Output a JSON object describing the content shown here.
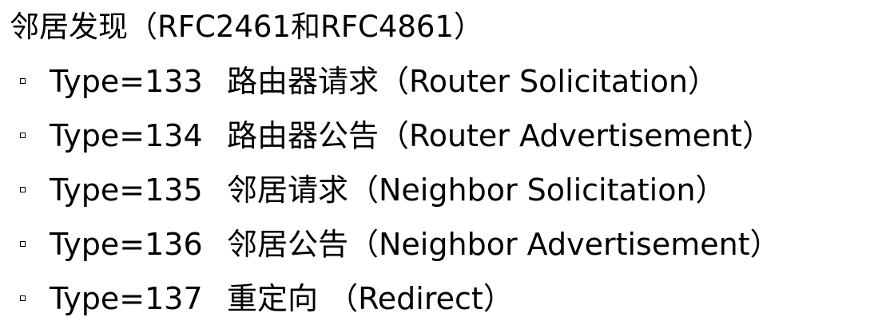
{
  "heading": "邻居发现（RFC2461和RFC4861）",
  "items": [
    {
      "type": "Type=133",
      "desc": "路由器请求（Router Solicitation）"
    },
    {
      "type": "Type=134",
      "desc": "路由器公告（Router Advertisement）"
    },
    {
      "type": "Type=135",
      "desc": "邻居请求（Neighbor Solicitation）"
    },
    {
      "type": "Type=136",
      "desc": "邻居公告（Neighbor Advertisement）"
    },
    {
      "type": "Type=137",
      "desc": "重定向 （Redirect）"
    }
  ]
}
